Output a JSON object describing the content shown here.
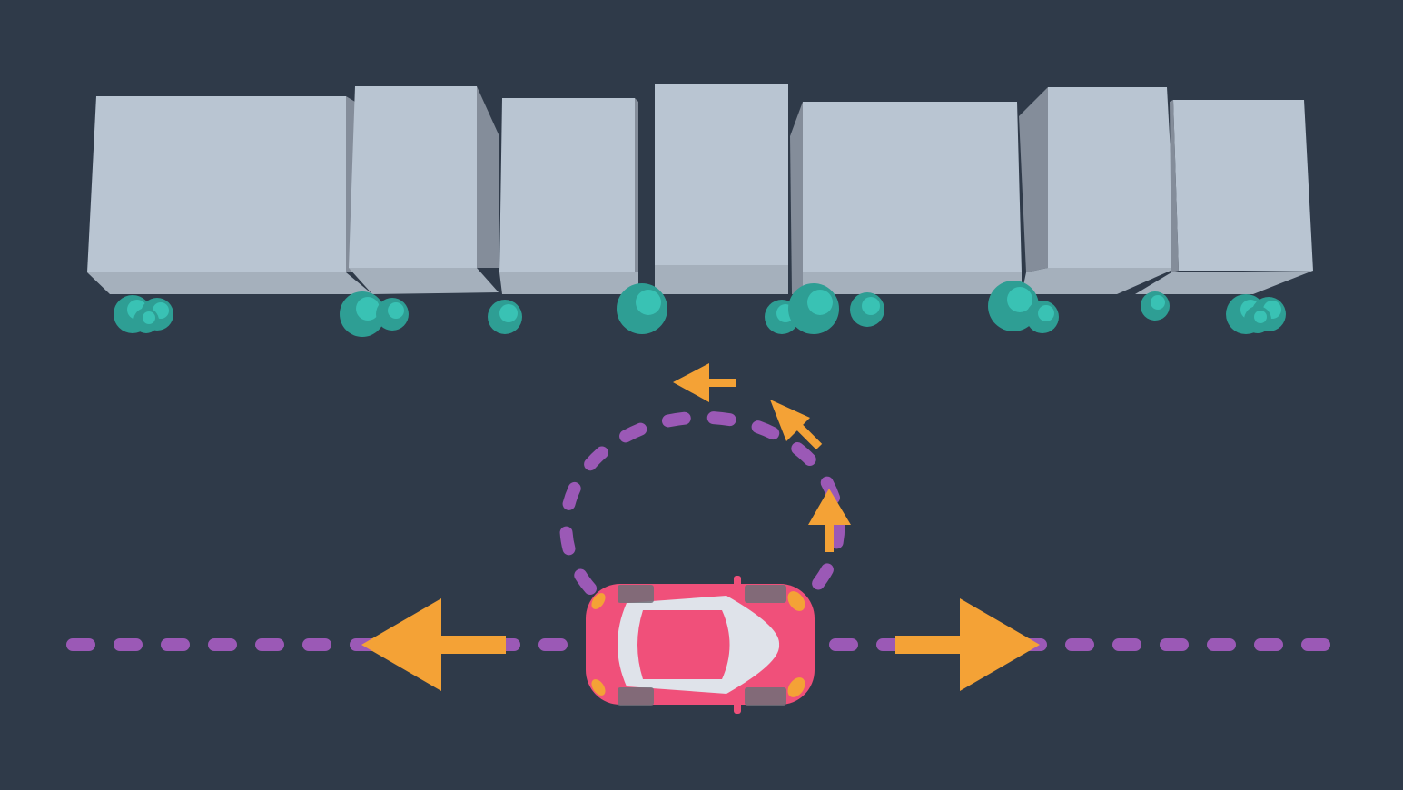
{
  "scene": {
    "name": "car-parking-maneuver-diagram",
    "colors": {
      "background": "#2f3a49",
      "building_front": "#b9c5d2",
      "building_side": "#848d9a",
      "building_base": "#a5b0bc",
      "tree_dark": "#2e9e94",
      "tree_light": "#39c2b4",
      "path_dashes": "#9b59b6",
      "arrows": "#f4a236",
      "car_body": "#f0507a",
      "car_glass": "#dfe3ea",
      "car_lights": "#f4a236",
      "car_wheels": "#6f6f78"
    },
    "icons": {
      "buildings": "building-block-icon",
      "trees": "tree-icon",
      "car": "car-top-view-icon",
      "arrow_left": "arrow-left-icon",
      "arrow_right": "arrow-right-icon",
      "turn_arrows": "curved-arrow-icon"
    },
    "maneuvers": [
      "move-left",
      "move-right",
      "u-turn"
    ]
  }
}
